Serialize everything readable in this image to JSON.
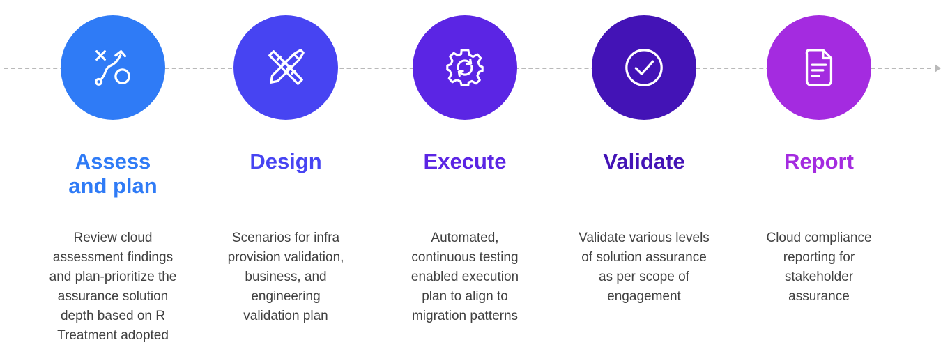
{
  "colors": {
    "timeline": "#b9b9b9",
    "icon": "#ffffff",
    "text": "#404040"
  },
  "steps": [
    {
      "icon": "strategy-icon",
      "color": "#2f7bf6",
      "title": "Assess\nand plan",
      "description": "Review cloud\nassessment findings\nand plan-prioritize the\nassurance solution\ndepth based on R\nTreatment adopted"
    },
    {
      "icon": "pencil-ruler-icon",
      "color": "#4744f2",
      "title": "Design",
      "description": "Scenarios for infra\nprovision validation,\nbusiness, and\nengineering\nvalidation plan"
    },
    {
      "icon": "gear-sync-icon",
      "color": "#5b25e4",
      "title": "Execute",
      "description": "Automated,\ncontinuous testing\nenabled execution\nplan to align to\nmigration patterns"
    },
    {
      "icon": "check-circle-icon",
      "color": "#4313b6",
      "title": "Validate",
      "description": "Validate various levels\nof solution assurance\nas per scope of\nengagement"
    },
    {
      "icon": "document-icon",
      "color": "#a42be0",
      "title": "Report",
      "description": "Cloud compliance\nreporting for\nstakeholder\nassurance"
    }
  ]
}
